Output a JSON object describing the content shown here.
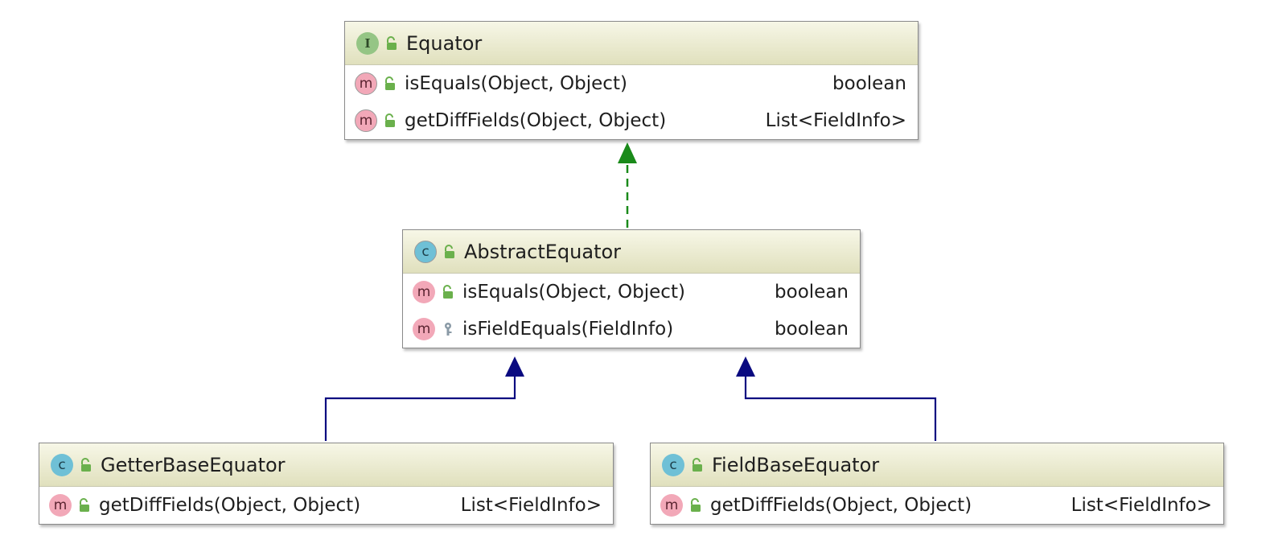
{
  "classes": {
    "equator": {
      "kind_letter": "I",
      "name": "Equator",
      "members": [
        {
          "name": "isEquals(Object, Object)",
          "type": "boolean"
        },
        {
          "name": "getDiffFields(Object, Object)",
          "type": "List<FieldInfo>"
        }
      ]
    },
    "abstract_equator": {
      "kind_letter": "c",
      "name": "AbstractEquator",
      "members": [
        {
          "name": "isEquals(Object, Object)",
          "type": "boolean"
        },
        {
          "name": "isFieldEquals(FieldInfo)",
          "type": "boolean"
        }
      ]
    },
    "getter_base_equator": {
      "kind_letter": "c",
      "name": "GetterBaseEquator",
      "members": [
        {
          "name": "getDiffFields(Object, Object)",
          "type": "List<FieldInfo>"
        }
      ]
    },
    "field_base_equator": {
      "kind_letter": "c",
      "name": "FieldBaseEquator",
      "members": [
        {
          "name": "getDiffFields(Object, Object)",
          "type": "List<FieldInfo>"
        }
      ]
    }
  },
  "method_letter": "m",
  "colors": {
    "implements_edge": "#1a8a1a",
    "extends_edge": "#0a0a80",
    "header_top": "#f7f7e7",
    "header_bottom": "#e0e0bd",
    "public_icon": "#6ab04c",
    "protected_icon": "#8a9aa6"
  },
  "icons": {
    "interface": "interface-badge-icon",
    "class": "class-badge-icon",
    "method": "method-badge-icon",
    "public": "public-lock-icon",
    "protected": "protected-key-icon"
  }
}
